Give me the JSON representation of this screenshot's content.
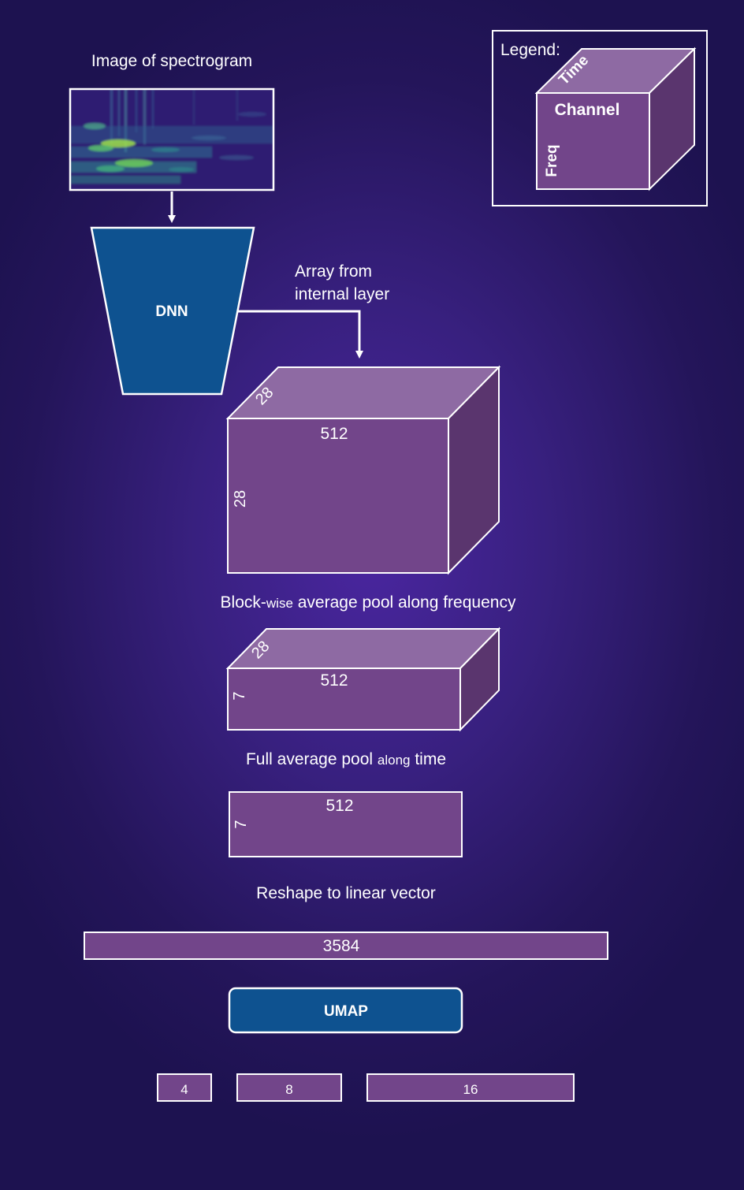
{
  "spectrogram": {
    "title": "Image of spectrogram"
  },
  "dnn": {
    "label": "DNN"
  },
  "array_note": {
    "line1": "Array from",
    "line2": "internal layer"
  },
  "legend": {
    "title": "Legend:",
    "time": "Time",
    "channel": "Channel",
    "freq": "Freq"
  },
  "cube1": {
    "depth": "28",
    "width": "512",
    "height": "28"
  },
  "step1": {
    "prefix": "Block-",
    "small": "wise",
    "suffix": " average pool along frequency"
  },
  "cube2": {
    "depth": "28",
    "width": "512",
    "height": "7"
  },
  "step2": {
    "prefix": "Full average pool ",
    "small": "along",
    "suffix": " time"
  },
  "rect3": {
    "width": "512",
    "height": "7"
  },
  "step3": {
    "label": "Reshape to linear vector"
  },
  "vector": {
    "label": "3584"
  },
  "umap": {
    "label": "UMAP"
  },
  "outputs": [
    {
      "label": "4"
    },
    {
      "label": "8"
    },
    {
      "label": "16"
    }
  ],
  "colors": {
    "dnn_fill": "#0e5290",
    "front_face": "#72458a",
    "top_face": "#8e6aa3",
    "side_face": "#5a356e",
    "stroke": "#ffffff"
  }
}
